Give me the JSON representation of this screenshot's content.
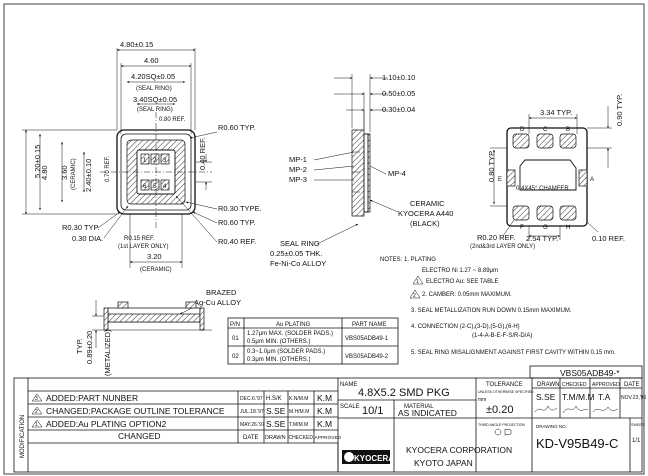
{
  "drawing": {
    "top_view": {
      "dims": {
        "width_total": "4.80±0.15",
        "width_body": "4.60",
        "seal_ring_outer": "4.20SQ±0.05",
        "seal_ring_outer_lbl": "(SEAL RING)",
        "seal_ring_inner": "3.40SQ±0.05",
        "seal_ring_inner_lbl": "(SEAL RING)",
        "ref_080": "0.80 REF.",
        "r060": "R0.60 TYP.",
        "ref_040": "0.40 REF.",
        "height_total": "5.20±0.15",
        "h480": "4.80",
        "h360": "3.60",
        "ceramic": "(CERAMIC)",
        "h240": "2.40±0.10",
        "w070": "0.70 REF.",
        "r030": "R0.30 TYP.",
        "dia030": "0.30 DIA.",
        "r015": "R0.15 REF.",
        "first_layer": "(1st LAYER ONLY)",
        "r030b": "R0.30 TYPE.",
        "r060b": "R0.60 TYP.",
        "r040": "R0.40 REF.",
        "w320": "3.20",
        "ceramic2": "(CERAMIC)"
      },
      "seal_ring_note": [
        "SEAL RING",
        "0.25±0.05 THK.",
        "Fe-Ni-Co ALLOY"
      ]
    },
    "side_view": {
      "dims": [
        "1.10±0.10",
        "0.50±0.05",
        "0.30±0.04"
      ],
      "mp": [
        "MP-1",
        "MP-2",
        "MP-3",
        "MP-4"
      ],
      "ceramic": [
        "CERAMIC",
        "KYOCERA A440",
        "(BLACK)"
      ]
    },
    "bottom_view": {
      "dims": [
        "3.34 TYP.",
        "0.90 TYP.",
        "0.80 TYP.",
        "2.54 TYP.",
        "0.10 REF."
      ],
      "pads": [
        "D",
        "C",
        "B",
        "E",
        "A",
        "F",
        "G",
        "H"
      ],
      "chamfer": "0.4X45° CHAMFER",
      "r020": "R0.20 REF.",
      "second_layer": "(2nd&3rd LAYER ONLY)"
    },
    "brazed": [
      "BRAZED",
      "Ag-Cu ALLOY"
    ],
    "typ_dim": [
      "TYP.",
      "0.89±0.20",
      "(METALIZED)"
    ],
    "notes": {
      "header": "NOTES: 1. PLATING",
      "lines": [
        "ELECTRO Ni 1.27 ~ 8.89μm",
        "ELECTRO Au: SEE TABLE",
        "2. CAMBER: 0.05mm MAXIMUM.",
        "3. SEAL METALLIZATION RUN DOWN 0.15mm MAXIMUM.",
        "4. CONNECTION   (2-C),(3-D),(5-G),(6-H)",
        "(1-4-A-B-E-F-S/R-D/A)",
        "5. SEAL RING MISALIGNMENT AGAINST FIRST CAVITY WITHIN 0.15 mm."
      ],
      "tri_marks": [
        "1",
        "2"
      ]
    },
    "plating_table": {
      "headers": [
        "P/N",
        "Au PLATING",
        "PART NAME"
      ],
      "rows": [
        {
          "pn": "01",
          "plating": [
            "1.27μm MAX. (SOLDER PADS.)",
            "0.5μm MIN. (OTHERS.)"
          ],
          "part": "VBS05ADB49-1"
        },
        {
          "pn": "02",
          "plating": [
            "0.3~1.0μm (SOLDER PADS.)",
            "0.3μm MIN. (OTHERS.)"
          ],
          "part": "VBS05ADB49-2"
        }
      ]
    }
  },
  "title_block": {
    "part_no": "VBS05ADB49-*",
    "modification": "MODIFICATION",
    "revisions": [
      {
        "mark": "3",
        "text": "ADDED:PART NUNBER",
        "date": "DEC.6.'97",
        "drawn": "H.S/K",
        "checked": "K.N/M.M",
        "approved": "K.M"
      },
      {
        "mark": "2",
        "text": "CHANGED:PACKAGE OUTLINE TOLERANCE",
        "date": "JUL.18.'97",
        "drawn": "S.SE",
        "checked": "M.H/M.M",
        "approved": "K.M"
      },
      {
        "mark": "1",
        "text": "ADDED:Au PLATING OPTION2",
        "date": "MAY.26.'97",
        "drawn": "S.SE",
        "checked": "T.M/M.M",
        "approved": "K.M"
      }
    ],
    "changed": "CHANGED",
    "col_date": "DATE",
    "col_drawn": "DRAWN",
    "col_checked": "CHECKED",
    "col_approved": "APPROVED",
    "name_label": "NAME",
    "name": "4.8X5.2 SMD PKG",
    "scale_label": "SCALE",
    "scale": "10/1",
    "material_label": "MATERIAL",
    "material": "AS INDICATED",
    "tolerance_label": "TOLERANCE",
    "tolerance_sub": "UNLESS OTHERWISE SPECIFIED",
    "tolerance_mm": "mm",
    "tolerance": "±0.20",
    "third_angle": "THIRD ANGLE PROJECTION",
    "drawn_label": "DRAWN",
    "checked_label": "CHECKED",
    "approved_label": "APPROVED",
    "date_label": "DATE",
    "drawn": "S.SE",
    "checked": "T.M/M.M",
    "approved": "T.A",
    "date": "NOV.23,'96",
    "company": "KYOCERA CORPORATION",
    "city": "KYOTO JAPAN",
    "logo": "KYOCERA",
    "drawing_no_label": "DRAWING NO.",
    "drawing_no": "KD-V95B49-C",
    "sheet_label": "SHEET",
    "sheet": "1/1"
  }
}
